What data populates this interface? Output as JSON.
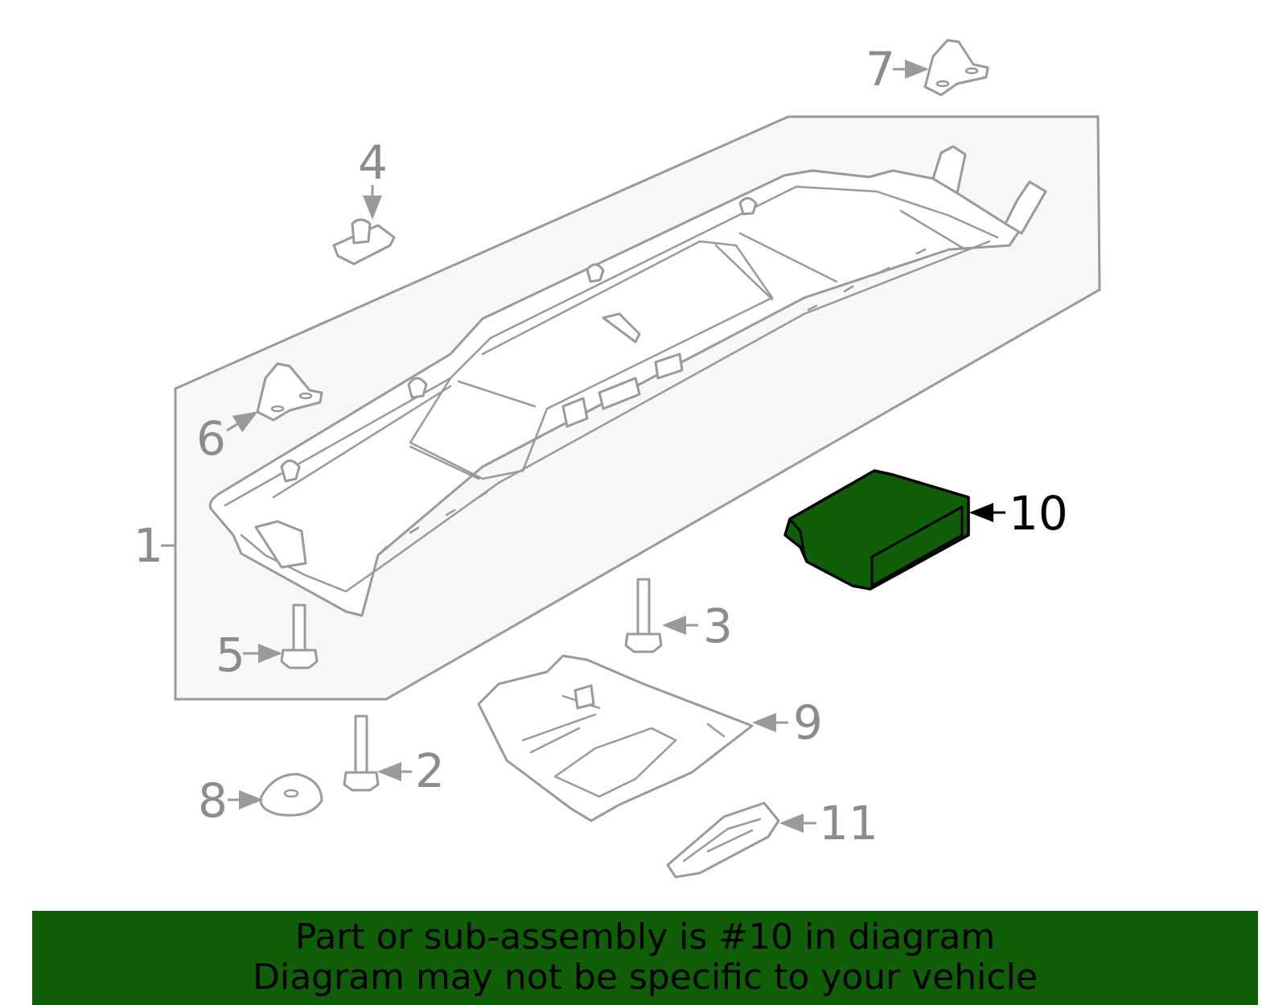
{
  "colors": {
    "highlight": "#115e08",
    "part_stroke": "#9a9a9a",
    "assembly_fill": "#f7f7f7",
    "text_active": "#000000",
    "text_inactive": "#8c8c8c"
  },
  "callouts": {
    "c1": "1",
    "c2": "2",
    "c3": "3",
    "c4": "4",
    "c5": "5",
    "c6": "6",
    "c7": "7",
    "c8": "8",
    "c9": "9",
    "c10": "10",
    "c11": "11"
  },
  "highlighted_part": "10",
  "banner": {
    "line1": "Part or sub-assembly is #10 in diagram",
    "line2": "Diagram may not be specific to your vehicle"
  }
}
